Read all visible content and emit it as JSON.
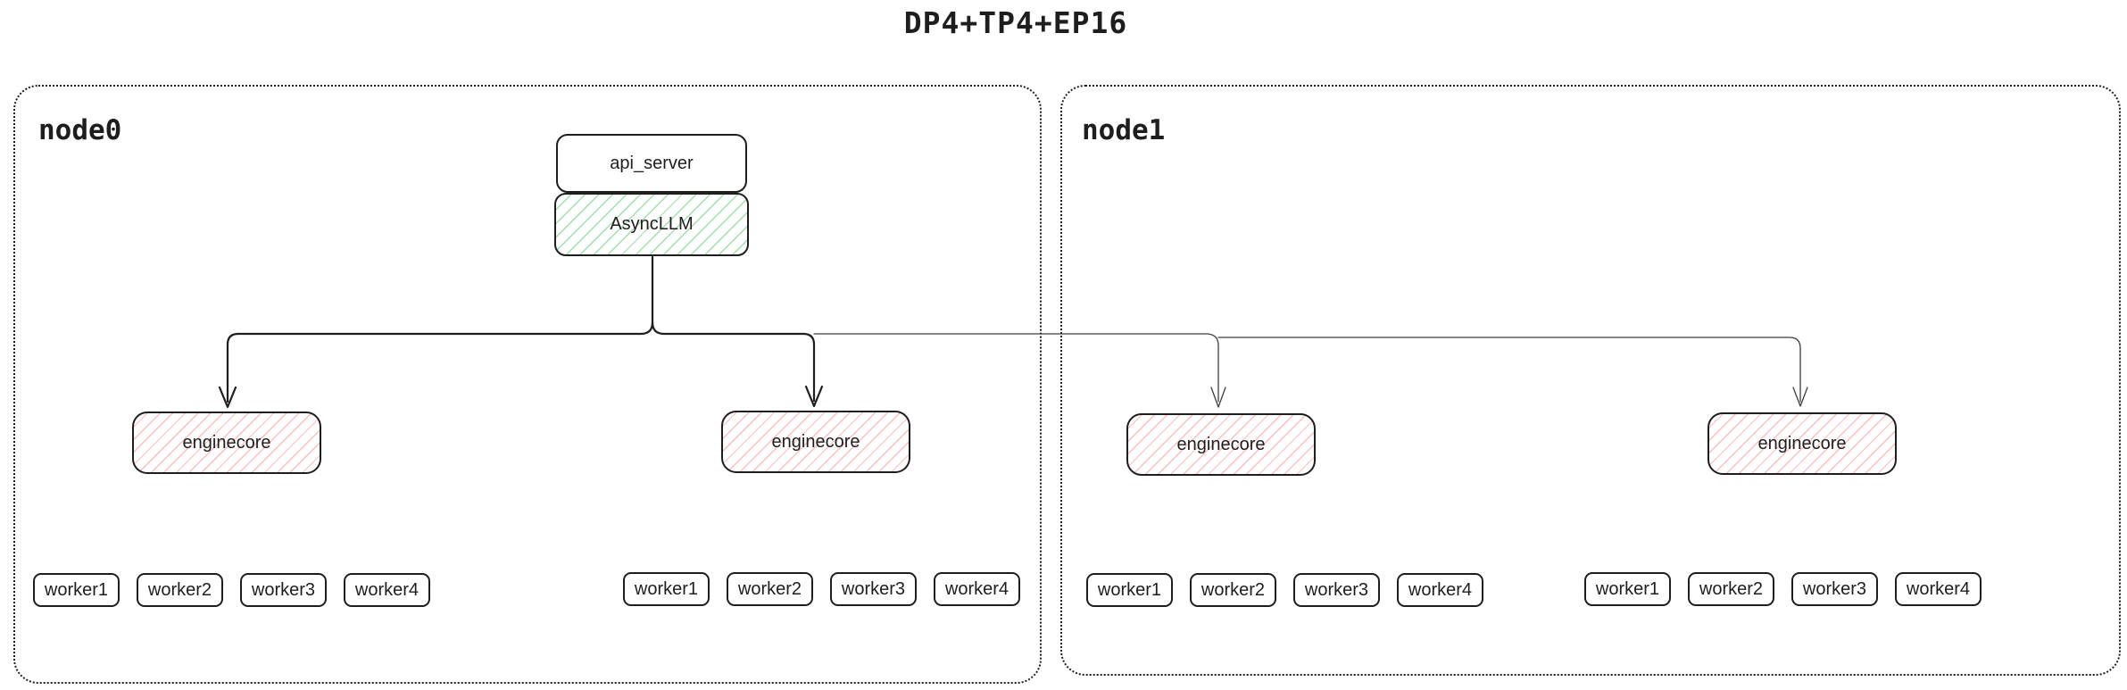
{
  "title": "DP4+TP4+EP16",
  "colors": {
    "stroke": "#1e1e1e",
    "green_hatch": "#40c057",
    "red_hatch": "#ff8787",
    "background": "#ffffff"
  },
  "node0": {
    "label": "node0",
    "api_server_label": "api_server",
    "asyncllm_label": "AsyncLLM",
    "enginecores": [
      {
        "label": "enginecore",
        "workers": [
          "worker1",
          "worker2",
          "worker3",
          "worker4"
        ]
      },
      {
        "label": "enginecore",
        "workers": [
          "worker1",
          "worker2",
          "worker3",
          "worker4"
        ]
      }
    ]
  },
  "node1": {
    "label": "node1",
    "enginecores": [
      {
        "label": "enginecore",
        "workers": [
          "worker1",
          "worker2",
          "worker3",
          "worker4"
        ]
      },
      {
        "label": "enginecore",
        "workers": [
          "worker1",
          "worker2",
          "worker3",
          "worker4"
        ]
      }
    ]
  }
}
